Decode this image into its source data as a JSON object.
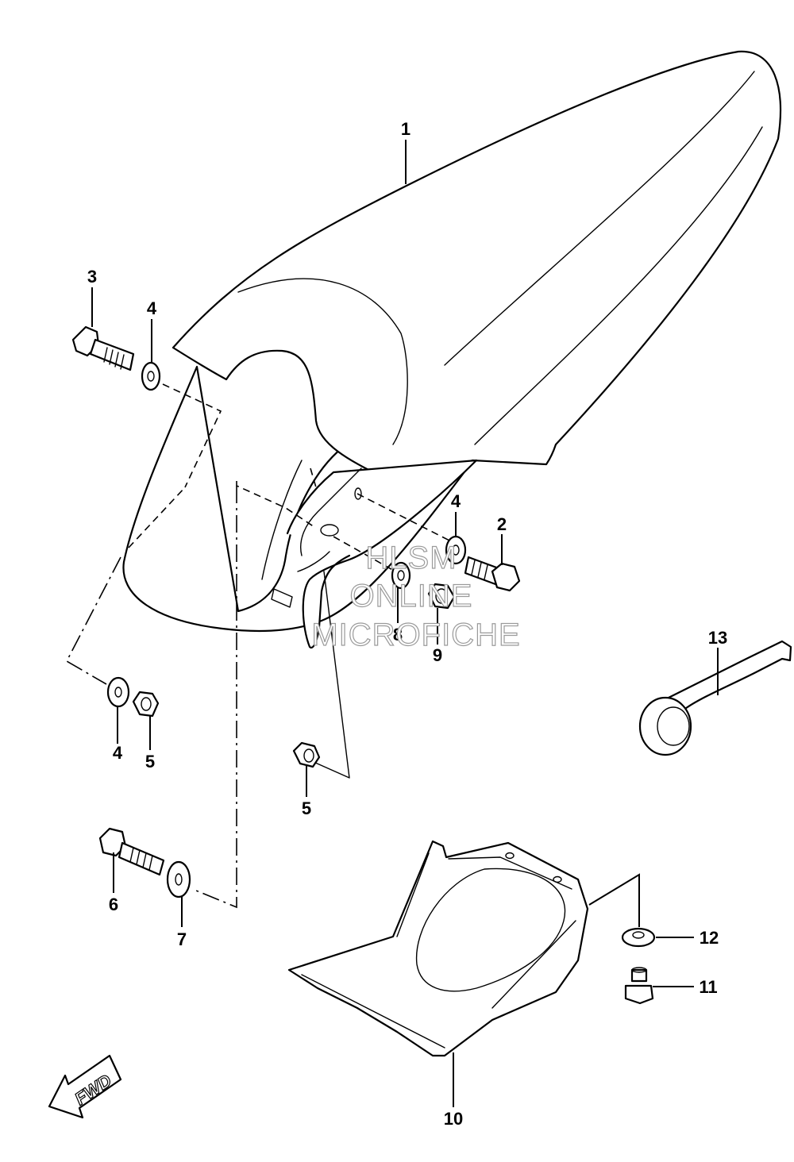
{
  "diagram": {
    "callouts": {
      "c1": "1",
      "c2": "2",
      "c3": "3",
      "c4a": "4",
      "c4b": "4",
      "c4c": "4",
      "c5a": "5",
      "c5b": "5",
      "c6": "6",
      "c7": "7",
      "c8": "8",
      "c9": "9",
      "c10": "10",
      "c11": "11",
      "c12": "12",
      "c13": "13"
    },
    "watermark": {
      "line1": "HLSM",
      "line2": "ONLINE",
      "line3": "MICROFICHE"
    },
    "direction_label": "FWD"
  }
}
